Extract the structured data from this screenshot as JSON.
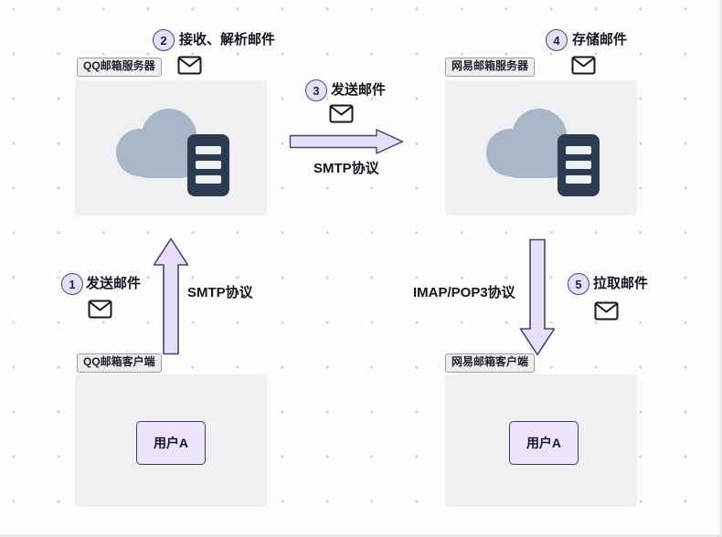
{
  "diagram": {
    "nodes": {
      "qq_server": {
        "label": "QQ邮箱服务器"
      },
      "netease_server": {
        "label": "网易邮箱服务器"
      },
      "qq_client": {
        "label": "QQ邮箱客户端",
        "user": "用户A"
      },
      "netease_client": {
        "label": "网易邮箱客户端",
        "user": "用户A"
      }
    },
    "steps": {
      "s1": {
        "num": "1",
        "label": "发送邮件"
      },
      "s2": {
        "num": "2",
        "label": "接收、解析邮件"
      },
      "s3": {
        "num": "3",
        "label": "发送邮件"
      },
      "s4": {
        "num": "4",
        "label": "存储邮件"
      },
      "s5": {
        "num": "5",
        "label": "拉取邮件"
      }
    },
    "edges": {
      "client_to_server": {
        "protocol": "SMTP协议",
        "direction": "up"
      },
      "server_to_server": {
        "protocol": "SMTP协议",
        "direction": "right"
      },
      "server_to_client": {
        "protocol": "IMAP/POP3协议",
        "direction": "down"
      }
    },
    "colors": {
      "text": "#1b1b24",
      "node_fill": "#f0f0f3",
      "tag_fill": "#ededf0",
      "tag_border": "#9d9da6",
      "badge_fill": "#e7def9",
      "badge_border": "#45456b",
      "arrow_fill": "#e7def9",
      "arrow_stroke": "#45456b",
      "user_box_fill": "#ece4fa",
      "user_box_border": "#3f3f63",
      "cloud": "#a9b6c8",
      "server": "#2d3c52"
    }
  }
}
